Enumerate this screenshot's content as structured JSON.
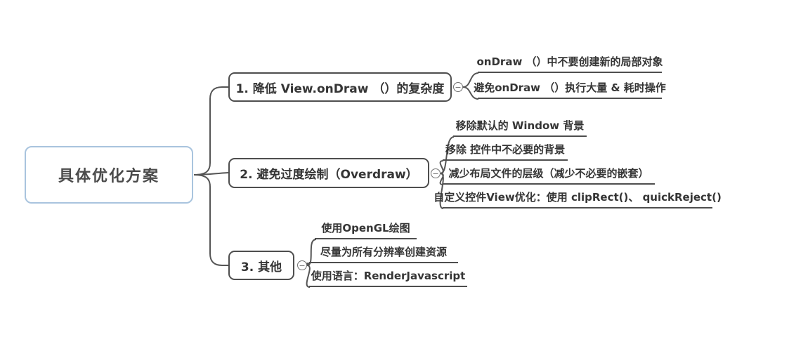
{
  "root": {
    "label": "具体优化方案"
  },
  "ui": {
    "collapse_glyph": "−"
  },
  "colors": {
    "line": "#555555",
    "root_border": "#a9c4de",
    "branch_border": "#4e4e4e",
    "text": "#353535",
    "background": "#ffffff"
  },
  "branches": [
    {
      "label": "1. 降低 View.onDraw （）的复杂度",
      "leaves": [
        {
          "label": "onDraw （）中不要创建新的局部对象"
        },
        {
          "label": "避免onDraw （）执行大量 & 耗时操作"
        }
      ]
    },
    {
      "label": "2. 避免过度绘制（Overdraw）",
      "leaves": [
        {
          "label": "移除默认的 Window 背景"
        },
        {
          "label": "移除 控件中不必要的背景"
        },
        {
          "label": "减少布局文件的层级（减少不必要的嵌套）"
        },
        {
          "label": "自定义控件View优化：使用 clipRect()、 quickReject()"
        }
      ]
    },
    {
      "label": "3. 其他",
      "leaves": [
        {
          "label": "使用OpenGL绘图"
        },
        {
          "label": "尽量为所有分辨率创建资源"
        },
        {
          "label": "使用语言：RenderJavascript"
        }
      ]
    }
  ]
}
